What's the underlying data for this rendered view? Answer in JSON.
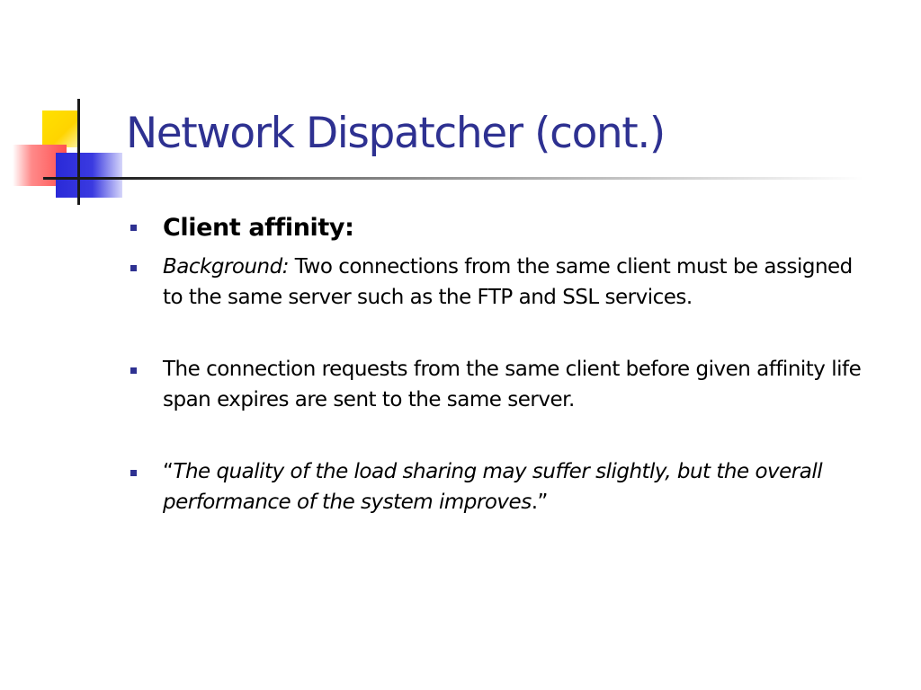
{
  "slide": {
    "title": "Network Dispatcher (cont.)",
    "bullets": [
      {
        "label": "Client affinity:"
      },
      {
        "lead": "Background:",
        "text": " Two connections from the same client must be assigned to the same server such as the FTP and SSL services."
      },
      {
        "text": "The connection requests from the same client before given affinity life span expires are sent to the same server."
      },
      {
        "open_quote": "“",
        "quote": "The quality of the load sharing may suffer slightly, but the overall performance of the system improves",
        "close_quote": ".”"
      }
    ]
  },
  "colors": {
    "title": "#2e3191",
    "bullet_marker": "#2e3191",
    "text": "#000000",
    "accent_yellow": "#ffd400",
    "accent_red": "#ff5050",
    "accent_blue": "#2a2ad8"
  }
}
